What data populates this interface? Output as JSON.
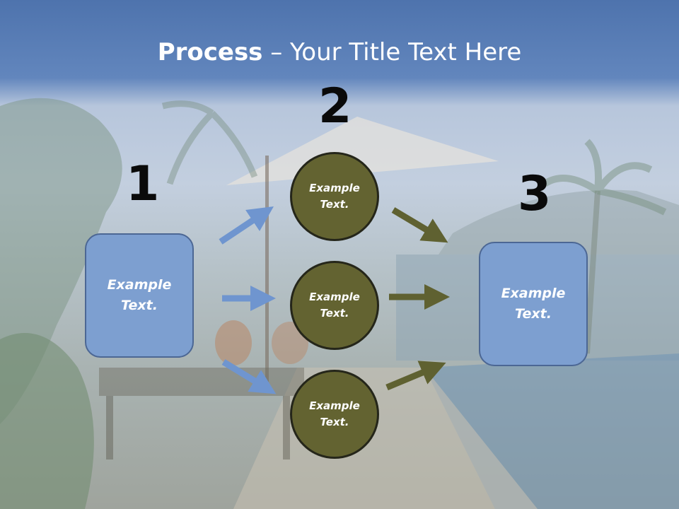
{
  "slide": {
    "title_bold": "Process",
    "title_rest": " – Your Title Text Here"
  },
  "steps": {
    "num1": "1",
    "num2": "2",
    "num3": "3"
  },
  "left_box": {
    "text": "Example\nText."
  },
  "right_box": {
    "text": "Example\nText."
  },
  "circles": [
    {
      "text": "Example\nText."
    },
    {
      "text": "Example\nText."
    },
    {
      "text": "Example\nText."
    }
  ],
  "colors": {
    "box_fill": "#7d9fd0",
    "circle_fill": "#636331",
    "blue_arrow": "#6f95cf",
    "olive_arrow": "#5f6131"
  }
}
